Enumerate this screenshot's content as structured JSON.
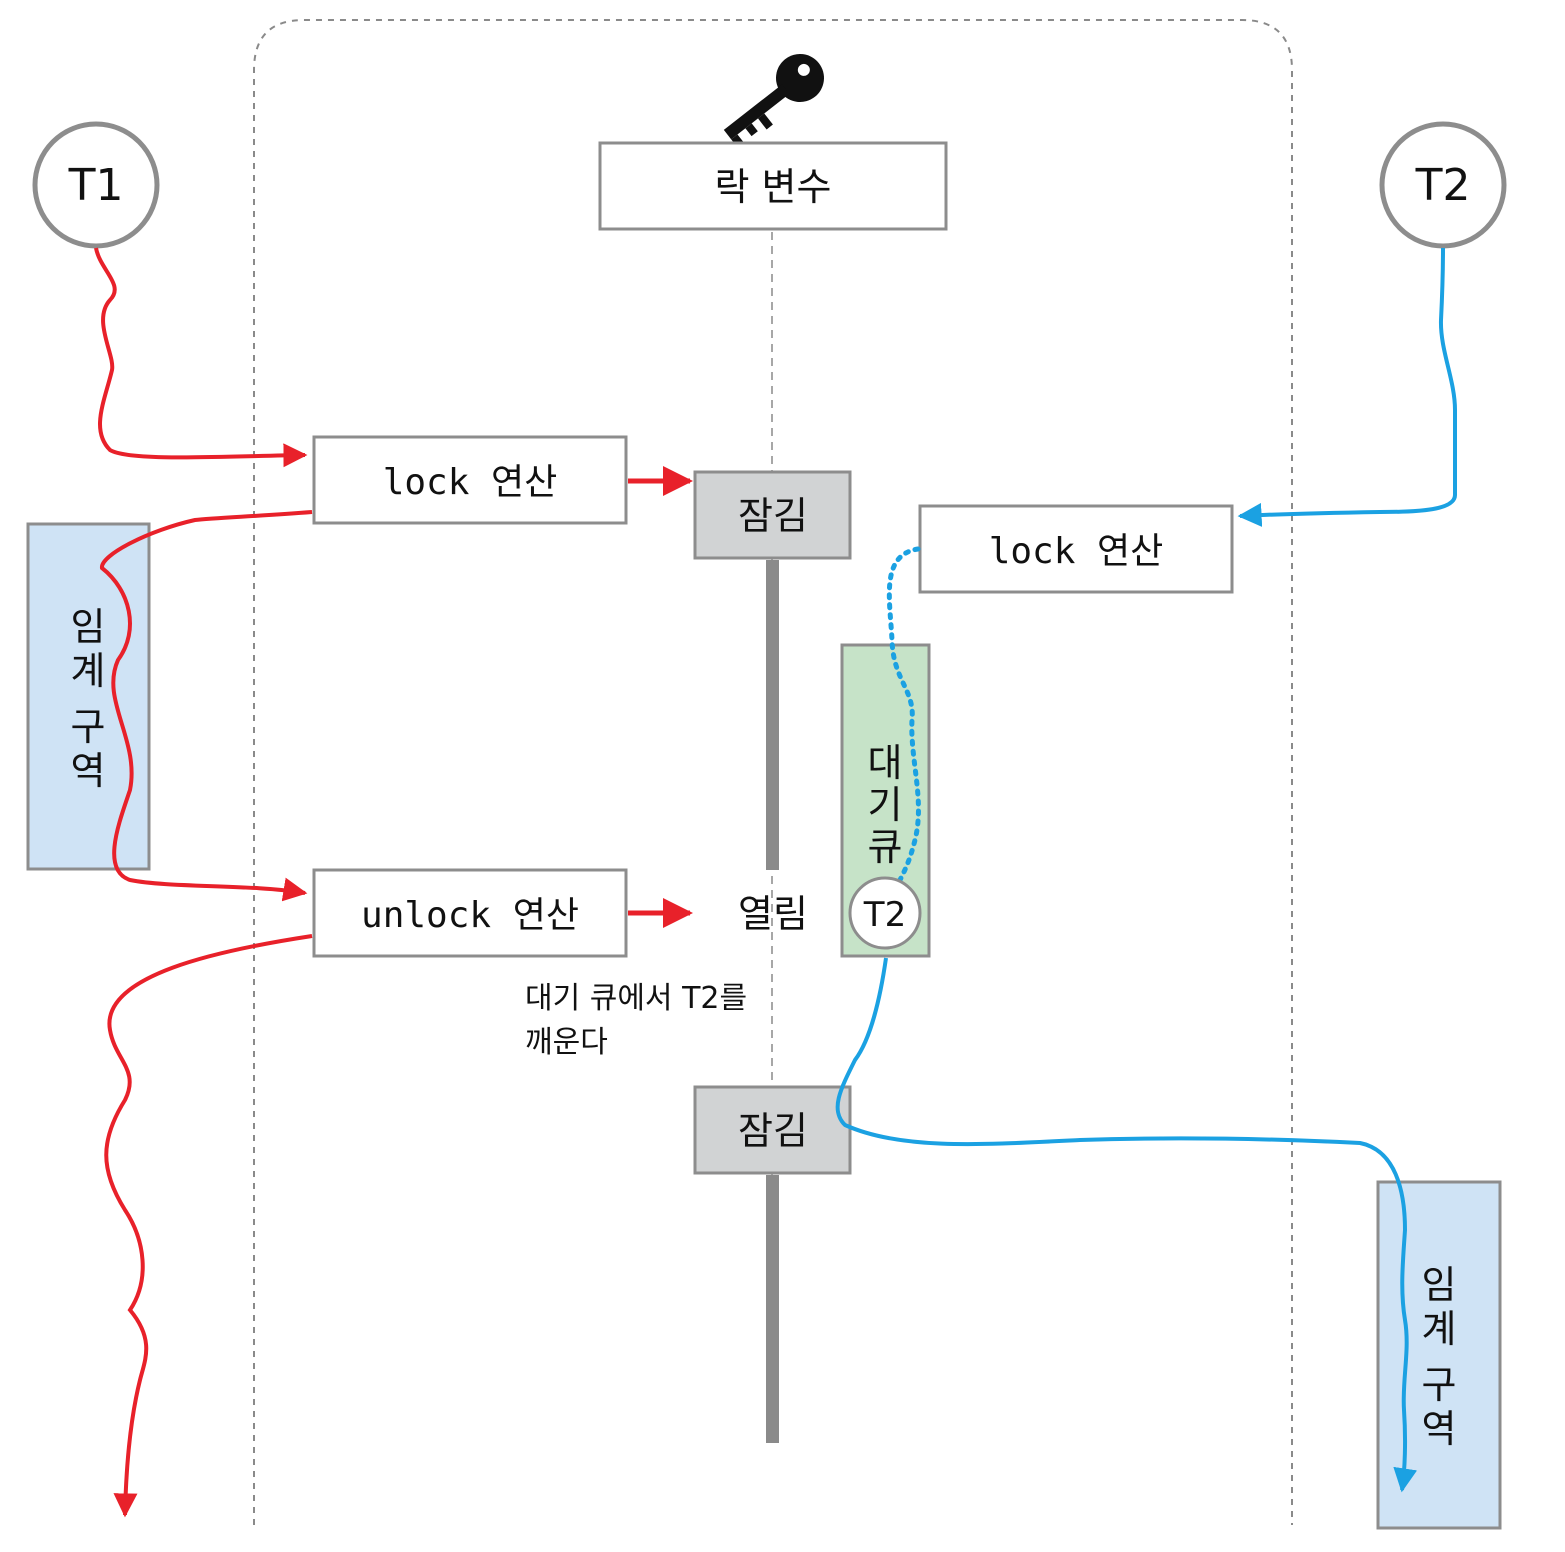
{
  "threads": {
    "t1": {
      "label": "T1"
    },
    "t2": {
      "label": "T2"
    },
    "queued_t2": {
      "label": "T2"
    }
  },
  "lock_variable": {
    "label": "락 변수",
    "icon": "key-icon"
  },
  "operations": {
    "t1_lock": "lock 연산",
    "t1_unlock": "unlock 연산",
    "t2_lock": "lock 연산"
  },
  "states": {
    "locked_1": "잠김",
    "open": "열림",
    "locked_2": "잠김"
  },
  "wait_queue": {
    "label_lines": [
      "대",
      "기",
      "큐"
    ]
  },
  "critical_section_left": {
    "label_lines": [
      "임",
      "계",
      "구",
      "역"
    ]
  },
  "critical_section_right": {
    "label_lines": [
      "임",
      "계",
      "구",
      "역"
    ]
  },
  "wake_note": {
    "lines": [
      "대기 큐에서 T2를",
      "깨운다"
    ]
  },
  "colors": {
    "t1_path": "#e8212a",
    "t2_path": "#1ba1e2",
    "state_box": "#d1d3d4",
    "critical_section": "#cfe3f5",
    "wait_queue": "#c6e3c8",
    "box_border": "#8d8d8d",
    "lock_bar": "#8a8a8a"
  }
}
